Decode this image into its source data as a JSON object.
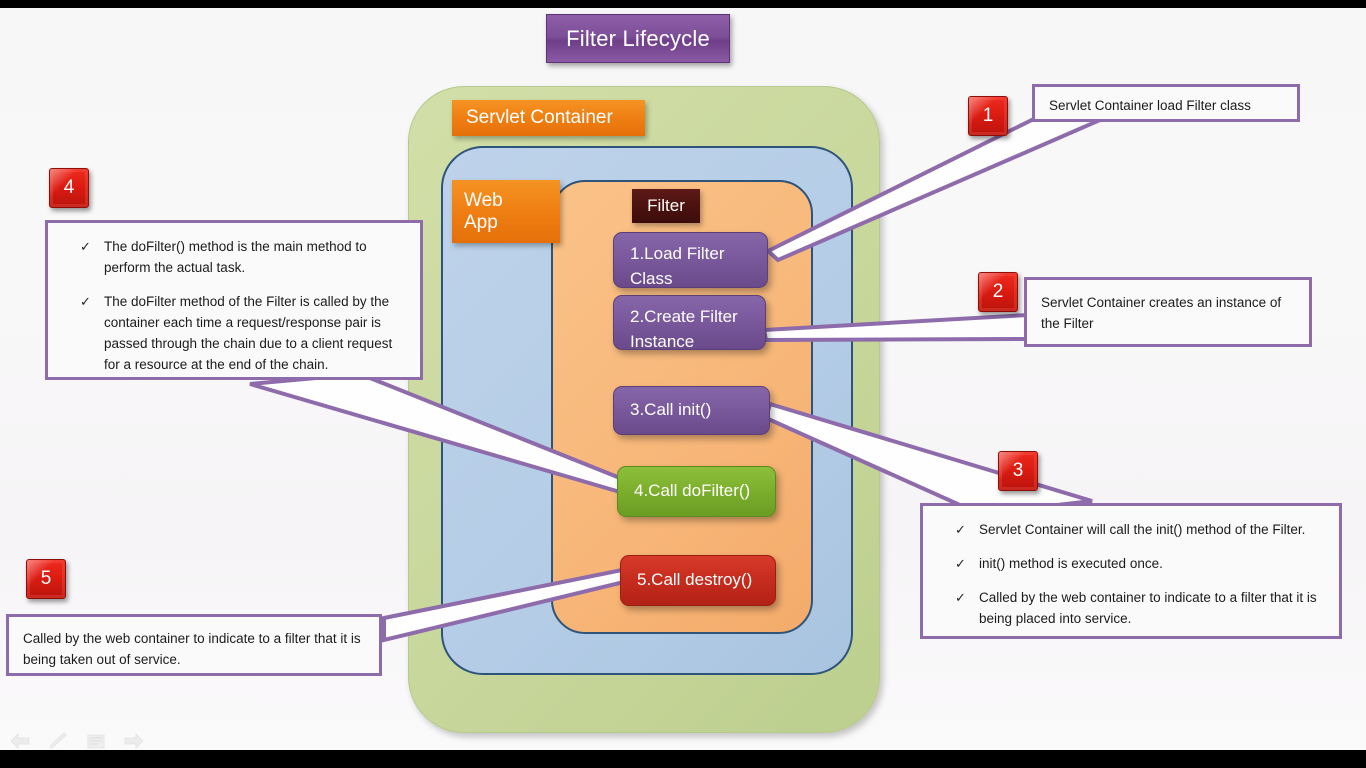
{
  "slide": {
    "title": "Filter Lifecycle"
  },
  "containers": {
    "outer_label": "Servlet Container",
    "middle_label": "Web\nApp",
    "middle_label_line1": "Web",
    "middle_label_line2": "App",
    "inner_label": "Filter"
  },
  "steps": [
    {
      "id": "step1",
      "label": "1.Load Filter Class",
      "color": "#7a5a9c",
      "color_name": "purple"
    },
    {
      "id": "step2",
      "label": "2.Create Filter Instance",
      "color": "#7a5a9c",
      "color_name": "purple"
    },
    {
      "id": "step3",
      "label": "3.Call init()",
      "color": "#7a5a9c",
      "color_name": "purple"
    },
    {
      "id": "step4",
      "label": "4.Call doFilter()",
      "color": "#7db02d",
      "color_name": "green"
    },
    {
      "id": "step5",
      "label": "5.Call destroy()",
      "color": "#c72d1e",
      "color_name": "red"
    }
  ],
  "badges": [
    {
      "number": "1"
    },
    {
      "number": "2"
    },
    {
      "number": "3"
    },
    {
      "number": "4"
    },
    {
      "number": "5"
    }
  ],
  "callouts": {
    "c1": {
      "number": "1",
      "lines": [
        "Servlet Container load  Filter class"
      ]
    },
    "c2": {
      "number": "2",
      "lines": [
        "Servlet Container creates an instance of the Filter"
      ]
    },
    "c3": {
      "number": "3",
      "check": "✓",
      "bullets": [
        "Servlet Container will call the init() method of the Filter.",
        "init() method is  executed once.",
        "Called by the web container to indicate to a filter that it is being placed into service."
      ]
    },
    "c4": {
      "number": "4",
      "check": "✓",
      "bullets": [
        "The doFilter() method is the main method to perform the actual task.",
        "The doFilter method of the Filter is called by the container each time a request/response pair is passed through the chain due to a client request for a resource at the end of the chain."
      ]
    },
    "c5": {
      "number": "5",
      "lines": [
        "Called by the web container to indicate to a filter that it is being taken out of service."
      ]
    }
  },
  "colors": {
    "title_purple": "#7e4f99",
    "outer_green": "#c8d79c",
    "middle_blue": "#b4cce6",
    "inner_orange": "#f7b678",
    "tag_orange": "#ef7f12",
    "filter_dark_red": "#4a110f",
    "badge_red": "#dc1c12",
    "callout_border": "#8e6bab",
    "container_stroke": "#2e5579"
  },
  "toolbar": {
    "items": [
      {
        "name": "previous-slide",
        "icon": "left-arrow-icon"
      },
      {
        "name": "pen-tool",
        "icon": "pen-icon"
      },
      {
        "name": "slide-menu",
        "icon": "menu-icon"
      },
      {
        "name": "next-slide",
        "icon": "right-arrow-icon"
      }
    ]
  }
}
